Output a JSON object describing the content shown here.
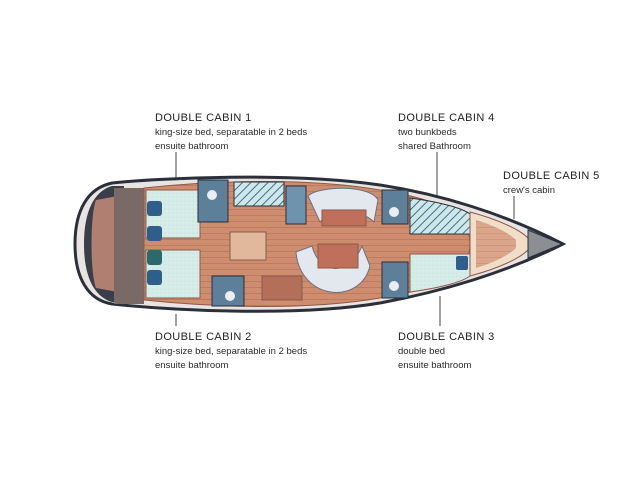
{
  "cabins": [
    {
      "id": "cabin1",
      "title": "DOUBLE CABIN 1",
      "lines": [
        "king-size bed, separatable in 2 beds",
        "ensuite bathroom"
      ]
    },
    {
      "id": "cabin4",
      "title": "DOUBLE CABIN 4",
      "lines": [
        "two bunkbeds",
        "shared Bathroom"
      ]
    },
    {
      "id": "cabin5",
      "title": "DOUBLE CABIN 5",
      "lines": [
        "crew's cabin"
      ]
    },
    {
      "id": "cabin2",
      "title": "DOUBLE CABIN 2",
      "lines": [
        "king-size bed, separatable in 2 beds",
        "ensuite bathroom"
      ]
    },
    {
      "id": "cabin3",
      "title": "DOUBLE CABIN 3",
      "lines": [
        "double bed",
        "ensuite bathroom"
      ]
    }
  ],
  "colors": {
    "hull_outline": "#2b2f3a",
    "wood": "#c9876b",
    "wood_light": "#e2b89c",
    "berth": "#cfe8e4",
    "cushion": "#2f5d8c",
    "deck_dark": "#7a6a66",
    "bow_tip": "#8d8d94"
  }
}
